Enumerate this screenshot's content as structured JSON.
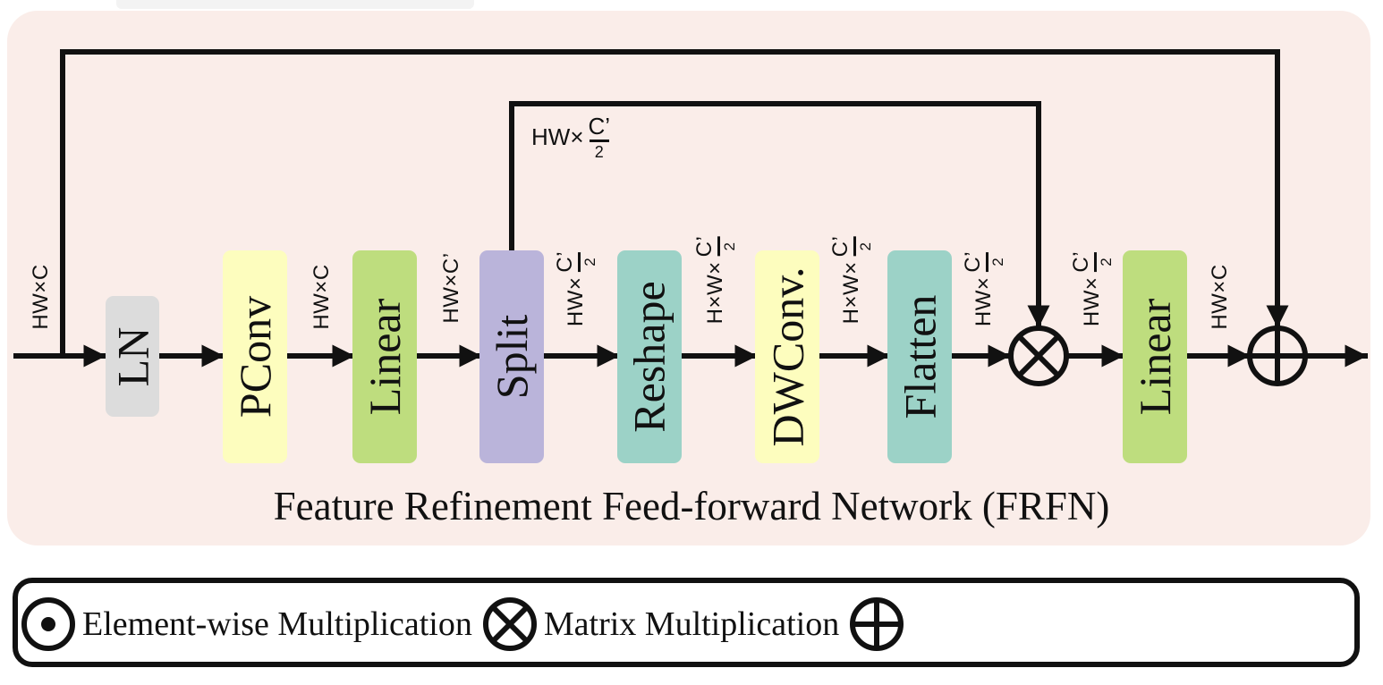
{
  "blocks": {
    "ln": {
      "label": "LN",
      "color": "#dcdcdc"
    },
    "pconv": {
      "label": "PConv",
      "color": "#fdfdbe"
    },
    "linear1": {
      "label": "Linear",
      "color": "#bedd7e"
    },
    "split": {
      "label": "Split",
      "color": "#bab4da"
    },
    "reshape": {
      "label": "Reshape",
      "color": "#9cd2c7"
    },
    "dwconv": {
      "label": "DWConv.",
      "color": "#fdfdbe"
    },
    "flatten": {
      "label": "Flatten",
      "color": "#9cd2c7"
    },
    "linear2": {
      "label": "Linear",
      "color": "#bedd7e"
    }
  },
  "dims": {
    "input": "HW×C",
    "after_pconv": "HW×C",
    "after_linear": "HW×C’",
    "after_split": {
      "prefix": "HW×",
      "num": "C’",
      "den": "2"
    },
    "after_reshape": {
      "prefix": "H×W×",
      "num": "C’",
      "den": "2"
    },
    "after_dwconv": {
      "prefix": "H×W×",
      "num": "C’",
      "den": "2"
    },
    "after_flatten": {
      "prefix": "HW×",
      "num": "C’",
      "den": "2"
    },
    "after_matmul": {
      "prefix": "HW×",
      "num": "C’",
      "den": "2"
    },
    "after_linear2": "HW×C",
    "skip_branch": {
      "prefix": "HW×",
      "num": "C’",
      "den": "2"
    }
  },
  "title": "Feature Refinement Feed-forward Network (FRFN)",
  "legend": {
    "items": [
      {
        "icon": "circle-dot-icon",
        "label": "Element-wise Multiplication"
      },
      {
        "icon": "circle-times-icon",
        "label": "Matrix Multiplication"
      },
      {
        "icon": "circle-plus-icon",
        "label": ""
      }
    ]
  },
  "colors": {
    "panel_bg": "#faede9",
    "stroke": "#111111"
  }
}
